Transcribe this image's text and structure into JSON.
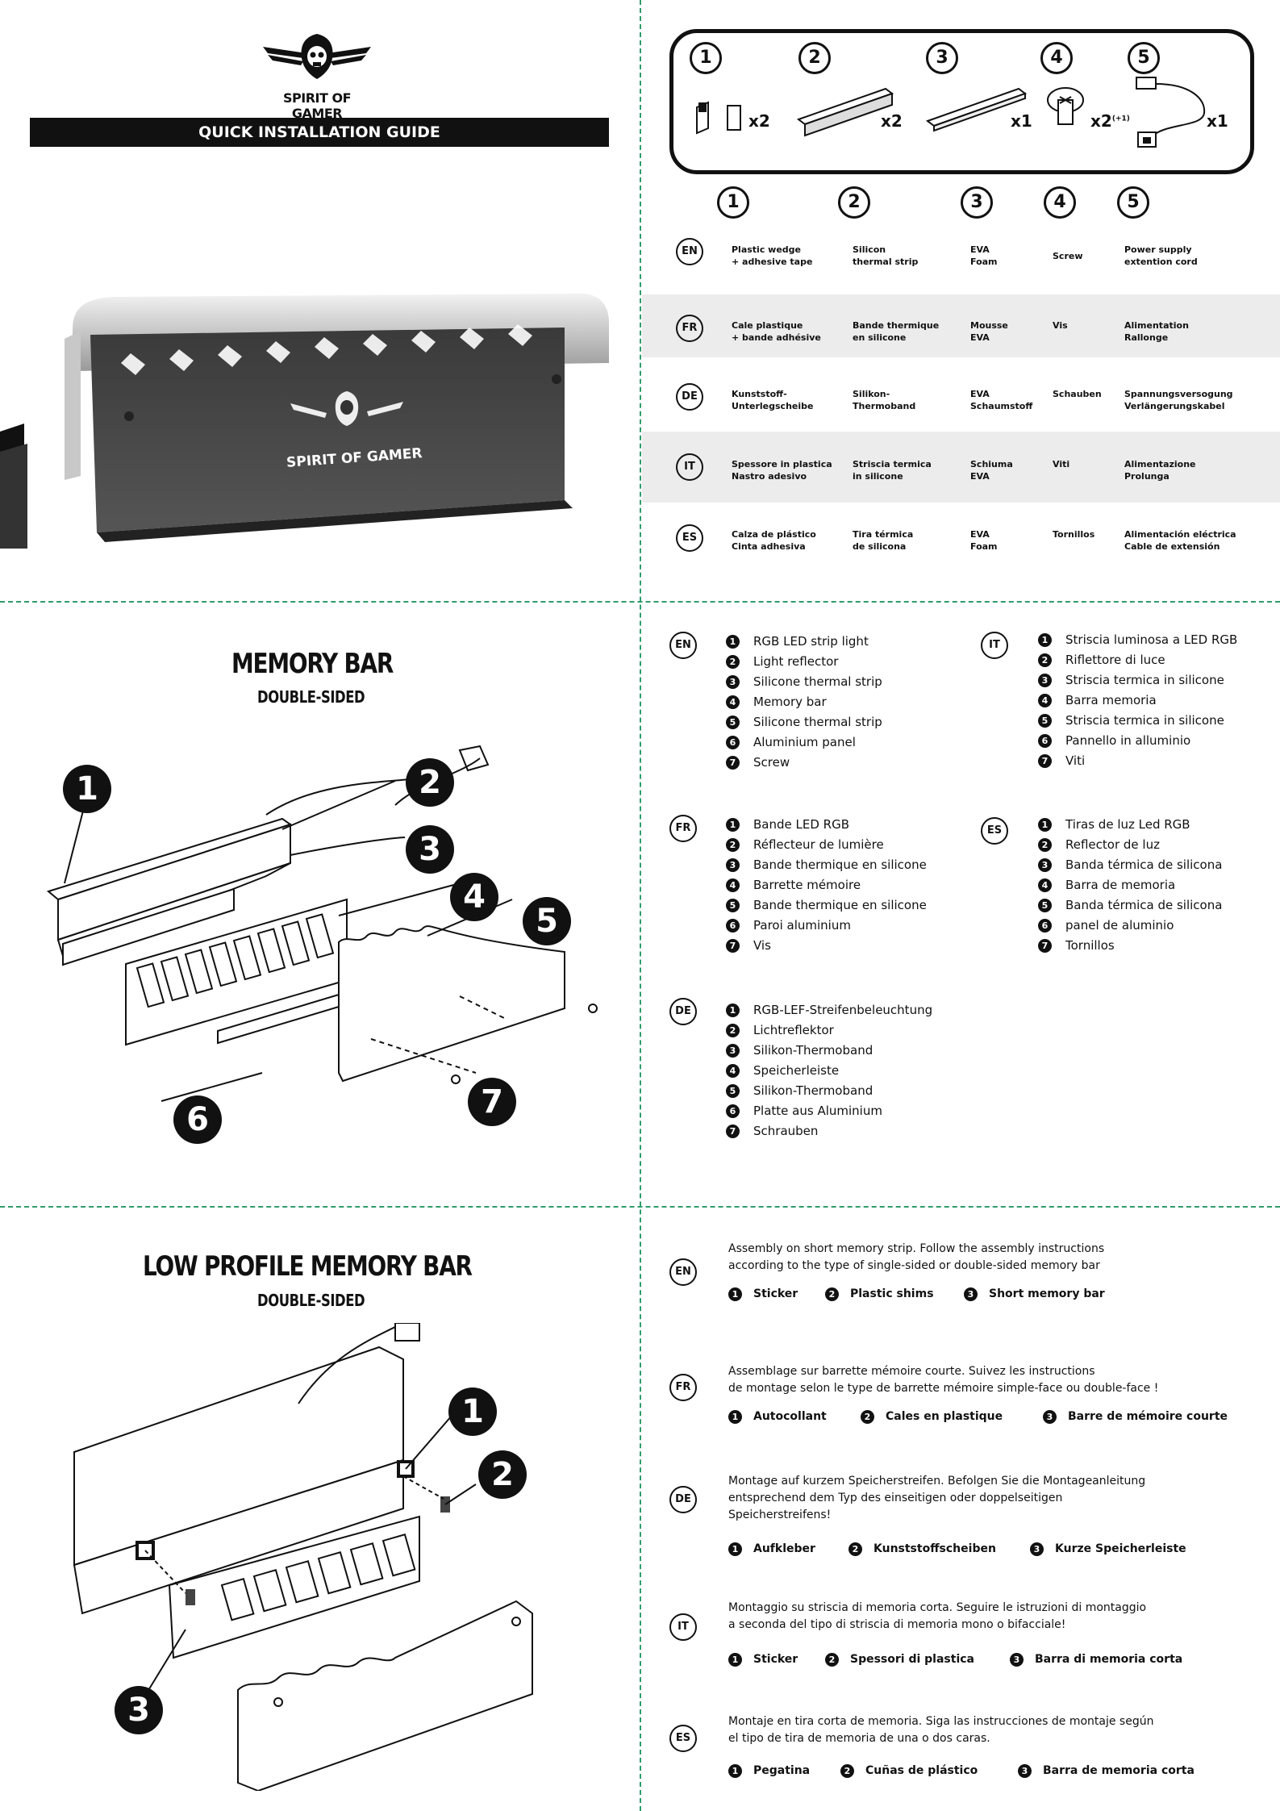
{
  "header": {
    "brand": "SPIRIT OF GAMER",
    "guide_title": "QUICK INSTALLATION GUIDE",
    "product_brand": "SPIRIT OF GAMER"
  },
  "contents_box": {
    "items": [
      {
        "num": "1",
        "qty": "x2"
      },
      {
        "num": "2",
        "qty": "x2"
      },
      {
        "num": "3",
        "qty": "x1"
      },
      {
        "num": "4",
        "qty": "x2",
        "qty_sup": "(+1)"
      },
      {
        "num": "5",
        "qty": "x1"
      }
    ]
  },
  "parts_table": {
    "columns": [
      "1",
      "2",
      "3",
      "4",
      "5"
    ],
    "rows": [
      {
        "lang": "EN",
        "cells": [
          "Plastic wedge\n+ adhesive tape",
          "Silicon\nthermal strip",
          "EVA\nFoam",
          "Screw",
          "Power supply\nextention cord"
        ]
      },
      {
        "lang": "FR",
        "cells": [
          "Cale plastique\n+ bande adhésive",
          "Bande thermique\nen silicone",
          "Mousse\nEVA",
          "Vis",
          "Alimentation\nRallonge"
        ]
      },
      {
        "lang": "DE",
        "cells": [
          "Kunststoff-\nUnterlegscheibe",
          "Silikon-\nThermoband",
          "EVA\nSchaumstoff",
          "Schauben",
          "Spannungsversogung\nVerlängerungskabel"
        ]
      },
      {
        "lang": "IT",
        "cells": [
          "Spessore in plastica\nNastro adesivo",
          "Striscia termica\nin silicone",
          "Schiuma\nEVA",
          "Viti",
          "Alimentazione\nProlunga"
        ]
      },
      {
        "lang": "ES",
        "cells": [
          "Calza de plástico\nCinta adhesiva",
          "Tira térmica\nde silicona",
          "EVA\nFoam",
          "Tornillos",
          "Alimentación eléctrica\nCable de extensión"
        ]
      }
    ]
  },
  "memory_bar": {
    "title": "MEMORY BAR",
    "subtitle": "DOUBLE-SIDED",
    "callouts": [
      "1",
      "2",
      "3",
      "4",
      "5",
      "6",
      "7"
    ]
  },
  "memory_bar_lists": [
    {
      "lang": "EN",
      "items": [
        "RGB LED strip light",
        "Light reflector",
        "Silicone thermal strip",
        "Memory bar",
        "Silicone thermal strip",
        "Aluminium panel",
        "Screw"
      ]
    },
    {
      "lang": "IT",
      "items": [
        "Striscia luminosa a LED RGB",
        "Riflettore di luce",
        "Striscia termica in silicone",
        "Barra memoria",
        "Striscia termica in silicone",
        "Pannello in alluminio",
        "Viti"
      ]
    },
    {
      "lang": "FR",
      "items": [
        "Bande LED RGB",
        "Réflecteur de lumière",
        "Bande thermique en silicone",
        "Barrette mémoire",
        "Bande thermique en silicone",
        "Paroi aluminium",
        "Vis"
      ]
    },
    {
      "lang": "ES",
      "items": [
        "Tiras de luz Led RGB",
        "Reflector de luz",
        "Banda térmica de silicona",
        "Barra de memoria",
        "Banda térmica de silicona",
        "panel de aluminio",
        "Tornillos"
      ]
    },
    {
      "lang": "DE",
      "items": [
        "RGB-LEF-Streifenbeleuchtung",
        "Lichtreflektor",
        "Silikon-Thermoband",
        "Speicherleiste",
        "Silikon-Thermoband",
        "Platte aus Aluminium",
        "Schrauben"
      ]
    }
  ],
  "low_profile": {
    "title": "LOW PROFILE MEMORY BAR",
    "subtitle": "DOUBLE-SIDED",
    "callouts": [
      "1",
      "2",
      "3"
    ]
  },
  "low_profile_texts": [
    {
      "lang": "EN",
      "text": "Assembly on short memory strip. Follow the assembly instructions\naccording to the type of single-sided or double-sided  memory bar",
      "items": [
        "Sticker",
        "Plastic shims",
        "Short memory bar"
      ]
    },
    {
      "lang": "FR",
      "text": "Assemblage sur barrette mémoire courte. Suivez les instructions\nde montage selon le type de barrette mémoire simple-face ou double-face !",
      "items": [
        "Autocollant",
        "Cales en plastique",
        "Barre de mémoire courte"
      ]
    },
    {
      "lang": "DE",
      "text": "Montage auf kurzem Speicherstreifen. Befolgen Sie die Montageanleitung\nentsprechend dem Typ des einseitigen oder doppelseitigen\nSpeicherstreifens!",
      "items": [
        "Aufkleber",
        "Kunststoffscheiben",
        "Kurze Speicherleiste"
      ]
    },
    {
      "lang": "IT",
      "text": "Montaggio su striscia di memoria corta. Seguire le istruzioni di montaggio\na seconda del tipo di striscia di memoria mono o bifacciale!",
      "items": [
        "Sticker",
        "Spessori di plastica",
        "Barra di memoria corta"
      ]
    },
    {
      "lang": "ES",
      "text": "Montaje en tira corta de memoria. Siga las instrucciones de montaje según\nel tipo de tira de memoria de una o dos caras.",
      "items": [
        "Pegatina",
        "Cuñas de plástico",
        "Barra de memoria corta"
      ]
    }
  ],
  "colors": {
    "divider": "#2f9c6b",
    "ink": "#111111",
    "shade": "#ececec"
  }
}
